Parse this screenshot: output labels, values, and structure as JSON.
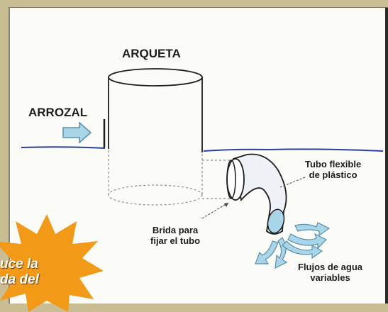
{
  "labels": {
    "arqueta": "ARQUETA",
    "arrozal": "ARROZAL",
    "tubo_line1": "Tubo flexible",
    "tubo_line2": "de plástico",
    "brida_line1": "Brida para",
    "brida_line2": "fijar el tubo",
    "flujos_line1": "Flujos de agua",
    "flujos_line2": "variables"
  },
  "starburst": {
    "line1": "uce la",
    "line2": "da del"
  },
  "colors": {
    "water_line": "#2b3fa0",
    "arrow_fill": "#a9d5e8",
    "arrow_stroke": "#5a90a8",
    "starburst": "#f29a17",
    "tube_fill": "#eef2f7",
    "background": "#c9bd93"
  }
}
